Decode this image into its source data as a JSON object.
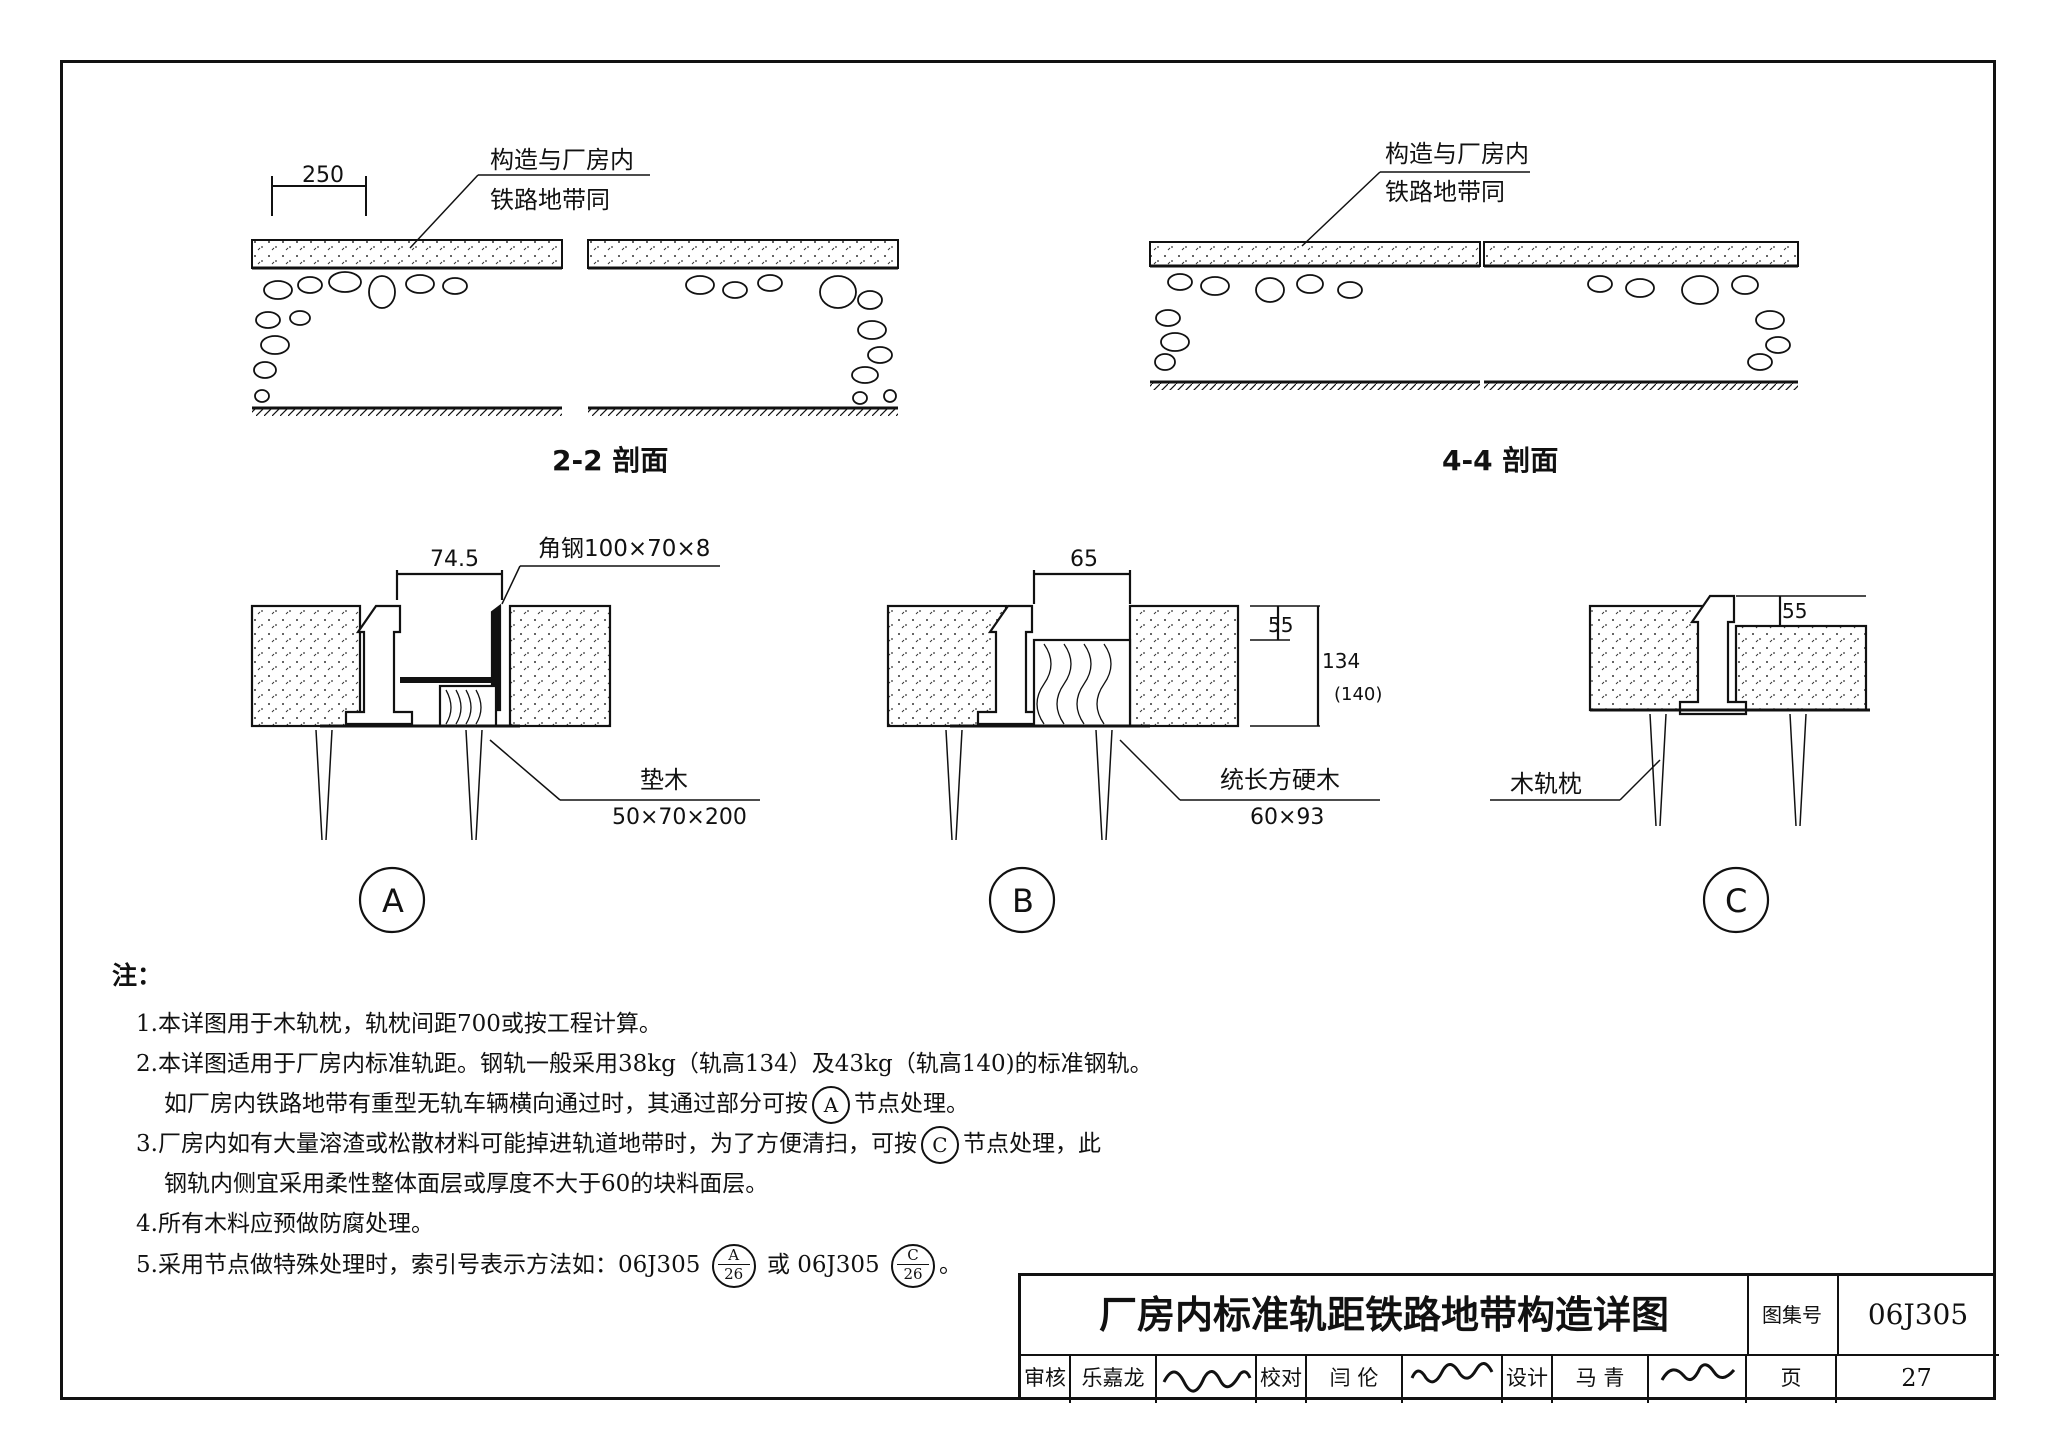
{
  "labels": {
    "dim_250": "250",
    "callout1_l1": "构造与厂房内",
    "callout1_l2": "铁路地带同",
    "callout2_l1": "构造与厂房内",
    "callout2_l2": "铁路地带同",
    "section_22": "2-2 剖面",
    "section_44": "4-4 剖面",
    "dim_745": "74.5",
    "angle_steel": "角钢100×70×8",
    "pad_wood": "垫木",
    "pad_wood_size": "50×70×200",
    "dim_65": "65",
    "dim_55_b": "55",
    "dim_134": "134",
    "dim_140": "(140)",
    "hardwood": "统长方硬木",
    "hardwood_size": "60×93",
    "dim_55_c": "55",
    "sleeper": "木轨枕",
    "node_a": "A",
    "node_b": "B",
    "node_c": "C"
  },
  "notes": {
    "header": "注：",
    "n1": "1.本详图用于木轨枕，轨枕间距700或按工程计算。",
    "n2a": "2.本详图适用于厂房内标准轨距。钢轨一般采用38kg（轨高134）及43kg（轨高140)的标准钢轨。",
    "n2b_pre": "如厂房内铁路地带有重型无轨车辆横向通过时，其通过部分可按",
    "n2b_node": "A",
    "n2b_post": "节点处理。",
    "n3a_pre": "3.厂房内如有大量溶渣或松散材料可能掉进轨道地带时，为了方便清扫，可按",
    "n3a_node": "C",
    "n3a_post": "节点处理，此",
    "n3b": "钢轨内侧宜采用柔性整体面层或厚度不大于60的块料面层。",
    "n4": "4.所有木料应预做防腐处理。",
    "n5_pre": "5.采用节点做特殊处理时，索引号表示方法如：06J305",
    "n5_idx1_top": "A",
    "n5_idx1_bot": "26",
    "n5_mid": "或 06J305",
    "n5_idx2_top": "C",
    "n5_idx2_bot": "26",
    "n5_end": "。"
  },
  "titleblock": {
    "title": "厂房内标准轨距铁路地带构造详图",
    "atlas_label": "图集号",
    "atlas_value": "06J305",
    "review_label": "审核",
    "review_name": "乐嘉龙",
    "check_label": "校对",
    "check_name": "闫 伦",
    "design_label": "设计",
    "design_name": "马 青",
    "page_label": "页",
    "page_value": "27"
  }
}
